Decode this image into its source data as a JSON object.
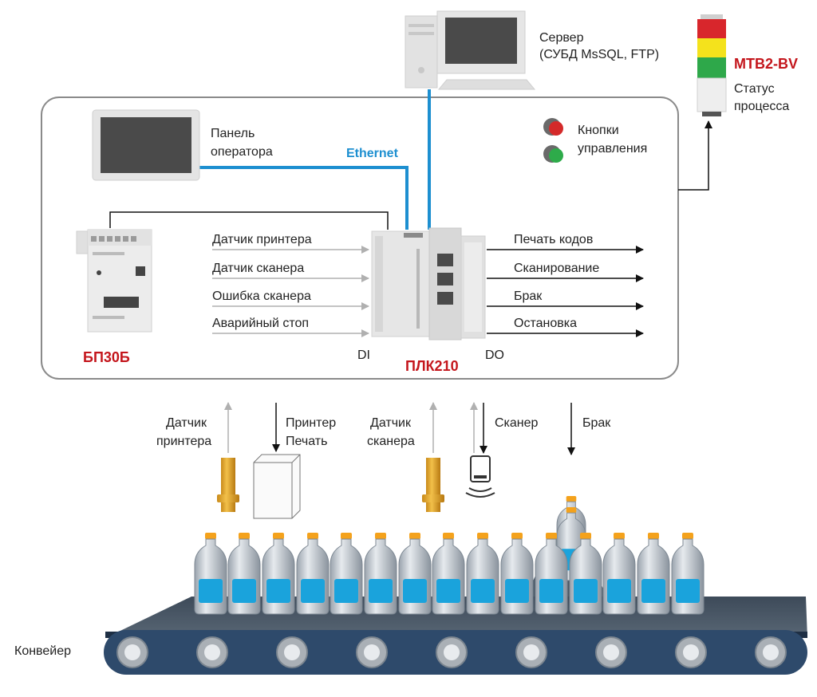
{
  "server": {
    "line1": "Сервер",
    "line2": "(СУБД MsSQL, FTP)"
  },
  "tower": {
    "model": "МТВ2-BV",
    "line1": "Статус",
    "line2": "процесса"
  },
  "operator_panel": {
    "line1": "Панель",
    "line2": "оператора"
  },
  "ethernet_label": "Ethernet",
  "control_buttons": {
    "line1": "Кнопки",
    "line2": "управления"
  },
  "inputs": [
    "Датчик принтера",
    "Датчик сканера",
    "Ошибка сканера",
    "Аварийный стоп"
  ],
  "outputs": [
    "Печать кодов",
    "Сканирование",
    "Брак",
    "Остановка"
  ],
  "psu_label": "БП30Б",
  "plc_label": "ПЛК210",
  "di_label": "DI",
  "do_label": "DO",
  "field": {
    "printer_sensor": [
      "Датчик",
      "принтера"
    ],
    "printer": [
      "Принтер",
      "Печать"
    ],
    "scanner_sensor": [
      "Датчик",
      "сканера"
    ],
    "scanner": "Сканер",
    "reject": "Брак"
  },
  "conveyor_label": "Конвейер",
  "colors": {
    "ethernet": "#1d8fd0",
    "brand_red": "#c4161c",
    "bottle_label": "#1aa3dc",
    "cap": "#f4a21c",
    "conveyor": "#2e4a6b"
  }
}
